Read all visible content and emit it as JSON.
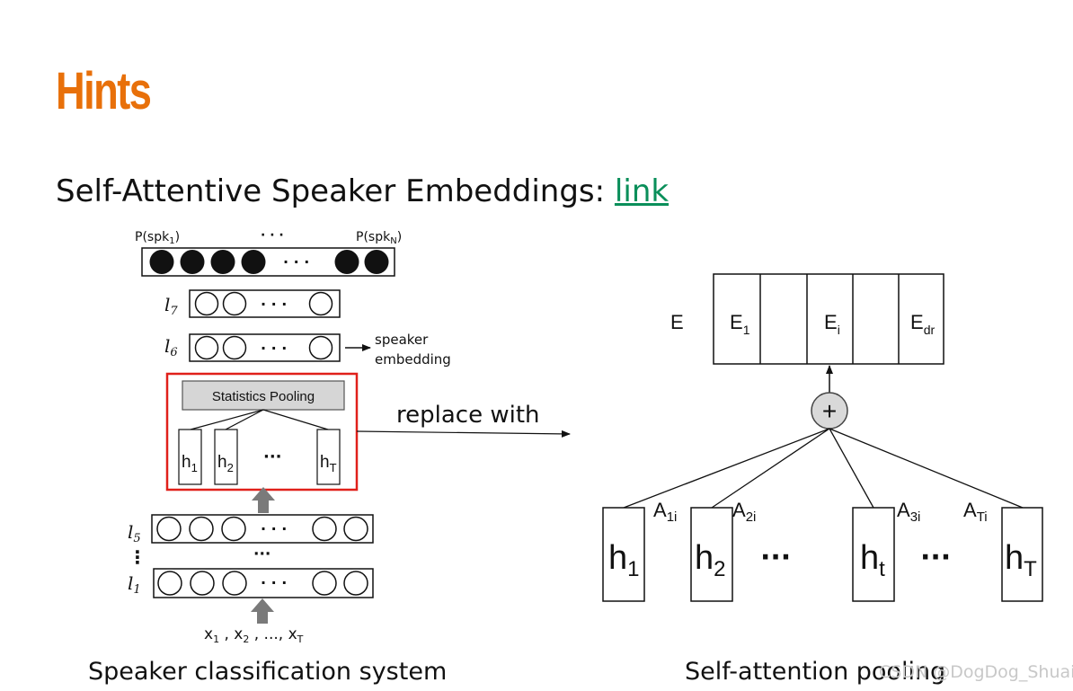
{
  "slide": {
    "title": "Hints",
    "subtitle_text": "Self-Attentive Speaker Embeddings: ",
    "subtitle_link": "link",
    "caption_left": "Speaker classification system",
    "caption_right": "Self-attention pooling",
    "watermark": "CSDN @DogDog_Shuai"
  },
  "left_diagram": {
    "top_label_left": "P(spk",
    "top_label_left_sub": "1",
    "top_label_mid": "· · ·",
    "top_label_right": "P(spk",
    "top_label_right_sub": "N",
    "layer_l7": "l",
    "layer_l7_sub": "7",
    "layer_l6": "l",
    "layer_l6_sub": "6",
    "layer_l5": "l",
    "layer_l5_sub": "5",
    "layer_l1": "l",
    "layer_l1_sub": "1",
    "vdots": "⋮",
    "dots": "· · ·",
    "mid_dots": "···",
    "embedding_label_1": "speaker",
    "embedding_label_2": "embedding",
    "pooling_label": "Statistics Pooling",
    "h1": "h",
    "h1_sub": "1",
    "h2": "h",
    "h2_sub": "2",
    "hT": "h",
    "hT_sub": "T",
    "hdots": "···",
    "input_x1": "x",
    "input_x1_sub": "1",
    "input_sep1": " , ",
    "input_x2": "x",
    "input_x2_sub": "2",
    "input_sep2": " , ..., ",
    "input_xT": "x",
    "input_xT_sub": "T"
  },
  "connector": {
    "label": "replace with"
  },
  "right_diagram": {
    "E_label": "E",
    "cells": [
      {
        "main": "E",
        "sub": "1"
      },
      {
        "main": "",
        "sub": ""
      },
      {
        "main": "E",
        "sub": "i"
      },
      {
        "main": "",
        "sub": ""
      },
      {
        "main": "E",
        "sub": "dr"
      }
    ],
    "plus": "+",
    "weights": [
      {
        "main": "A",
        "sub": "1i"
      },
      {
        "main": "A",
        "sub": "2i"
      },
      {
        "main": "A",
        "sub": "3i"
      },
      {
        "main": "A",
        "sub": "Ti"
      }
    ],
    "hidden": [
      {
        "main": "h",
        "sub": "1"
      },
      {
        "main": "h",
        "sub": "2"
      },
      {
        "main": "h",
        "sub": "t"
      },
      {
        "main": "h",
        "sub": "T"
      }
    ],
    "dots": "···"
  }
}
